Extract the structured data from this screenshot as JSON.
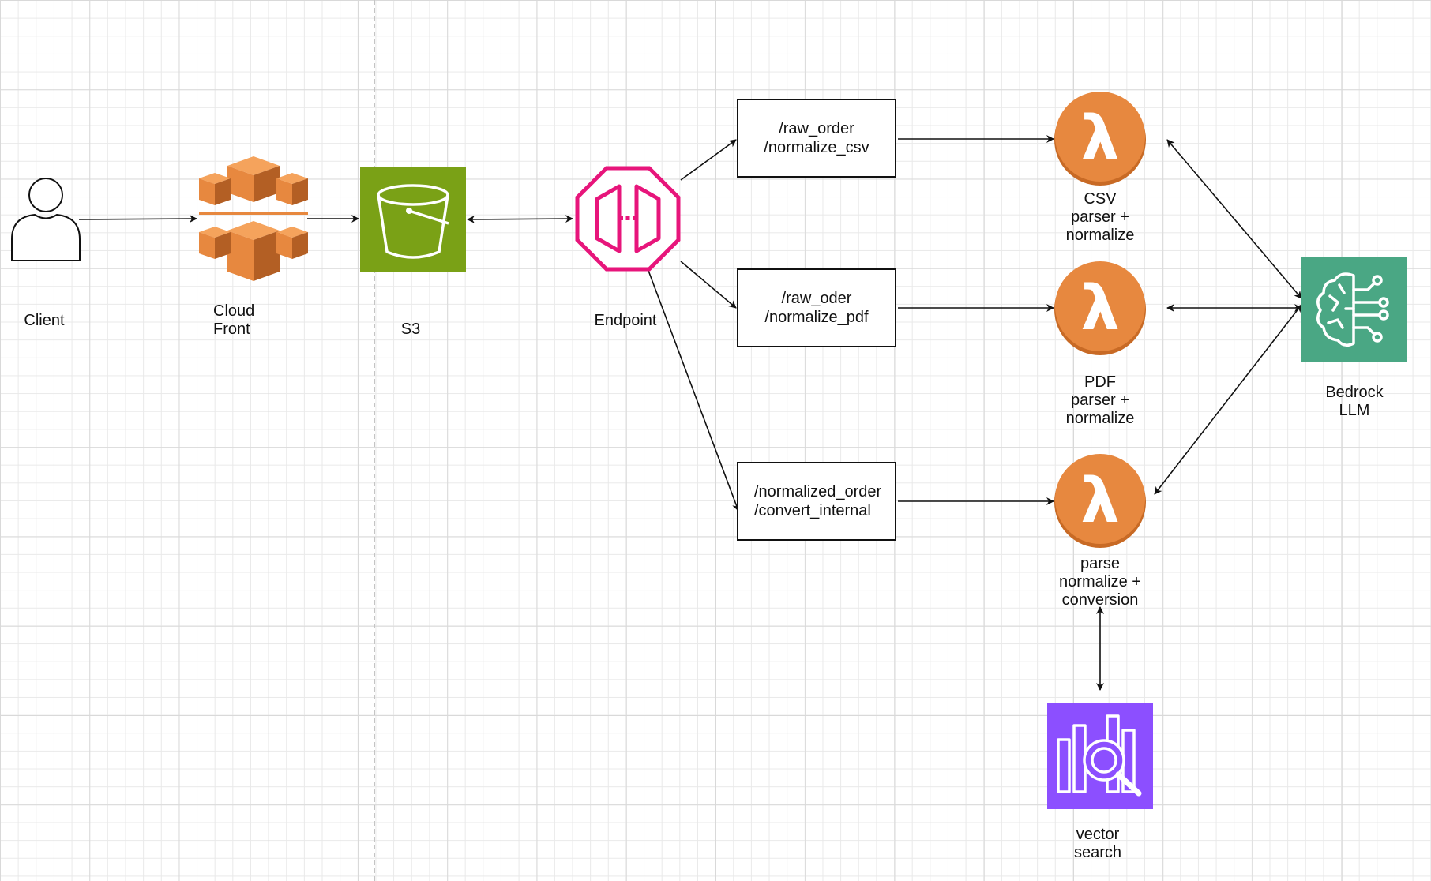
{
  "nodes": {
    "client": {
      "label": "Client",
      "icon": "user-icon"
    },
    "cloudfront": {
      "label": "Cloud\nFront",
      "icon": "cloudfront-icon",
      "color": "#E7883F"
    },
    "s3": {
      "label": "S3",
      "icon": "s3-bucket-icon",
      "color": "#7AA116"
    },
    "endpoint": {
      "label": "Endpoint",
      "icon": "api-endpoint-icon",
      "color": "#E7157B"
    },
    "bedrock": {
      "label": "Bedrock\nLLM",
      "icon": "bedrock-icon",
      "color": "#4AA784"
    },
    "vector": {
      "label": "vector\nsearch",
      "icon": "opensearch-icon",
      "color": "#8C4FFF"
    }
  },
  "routes": [
    {
      "line1": "/raw_order",
      "line2": "/normalize_csv"
    },
    {
      "line1": "/raw_oder",
      "line2": "/normalize_pdf"
    },
    {
      "line1": "/normalized_order",
      "line2": "/convert_internal"
    }
  ],
  "lambdas": [
    {
      "label": "CSV\nparser +\nnormalize",
      "icon": "lambda-icon"
    },
    {
      "label": "PDF\nparser +\nnormalize",
      "icon": "lambda-icon"
    },
    {
      "label": "parse\nnormalize +\nconversion",
      "icon": "lambda-icon"
    }
  ],
  "colors": {
    "lambda": "#E7883F",
    "lambda_dark": "#C86A25",
    "edge": "#111111"
  }
}
